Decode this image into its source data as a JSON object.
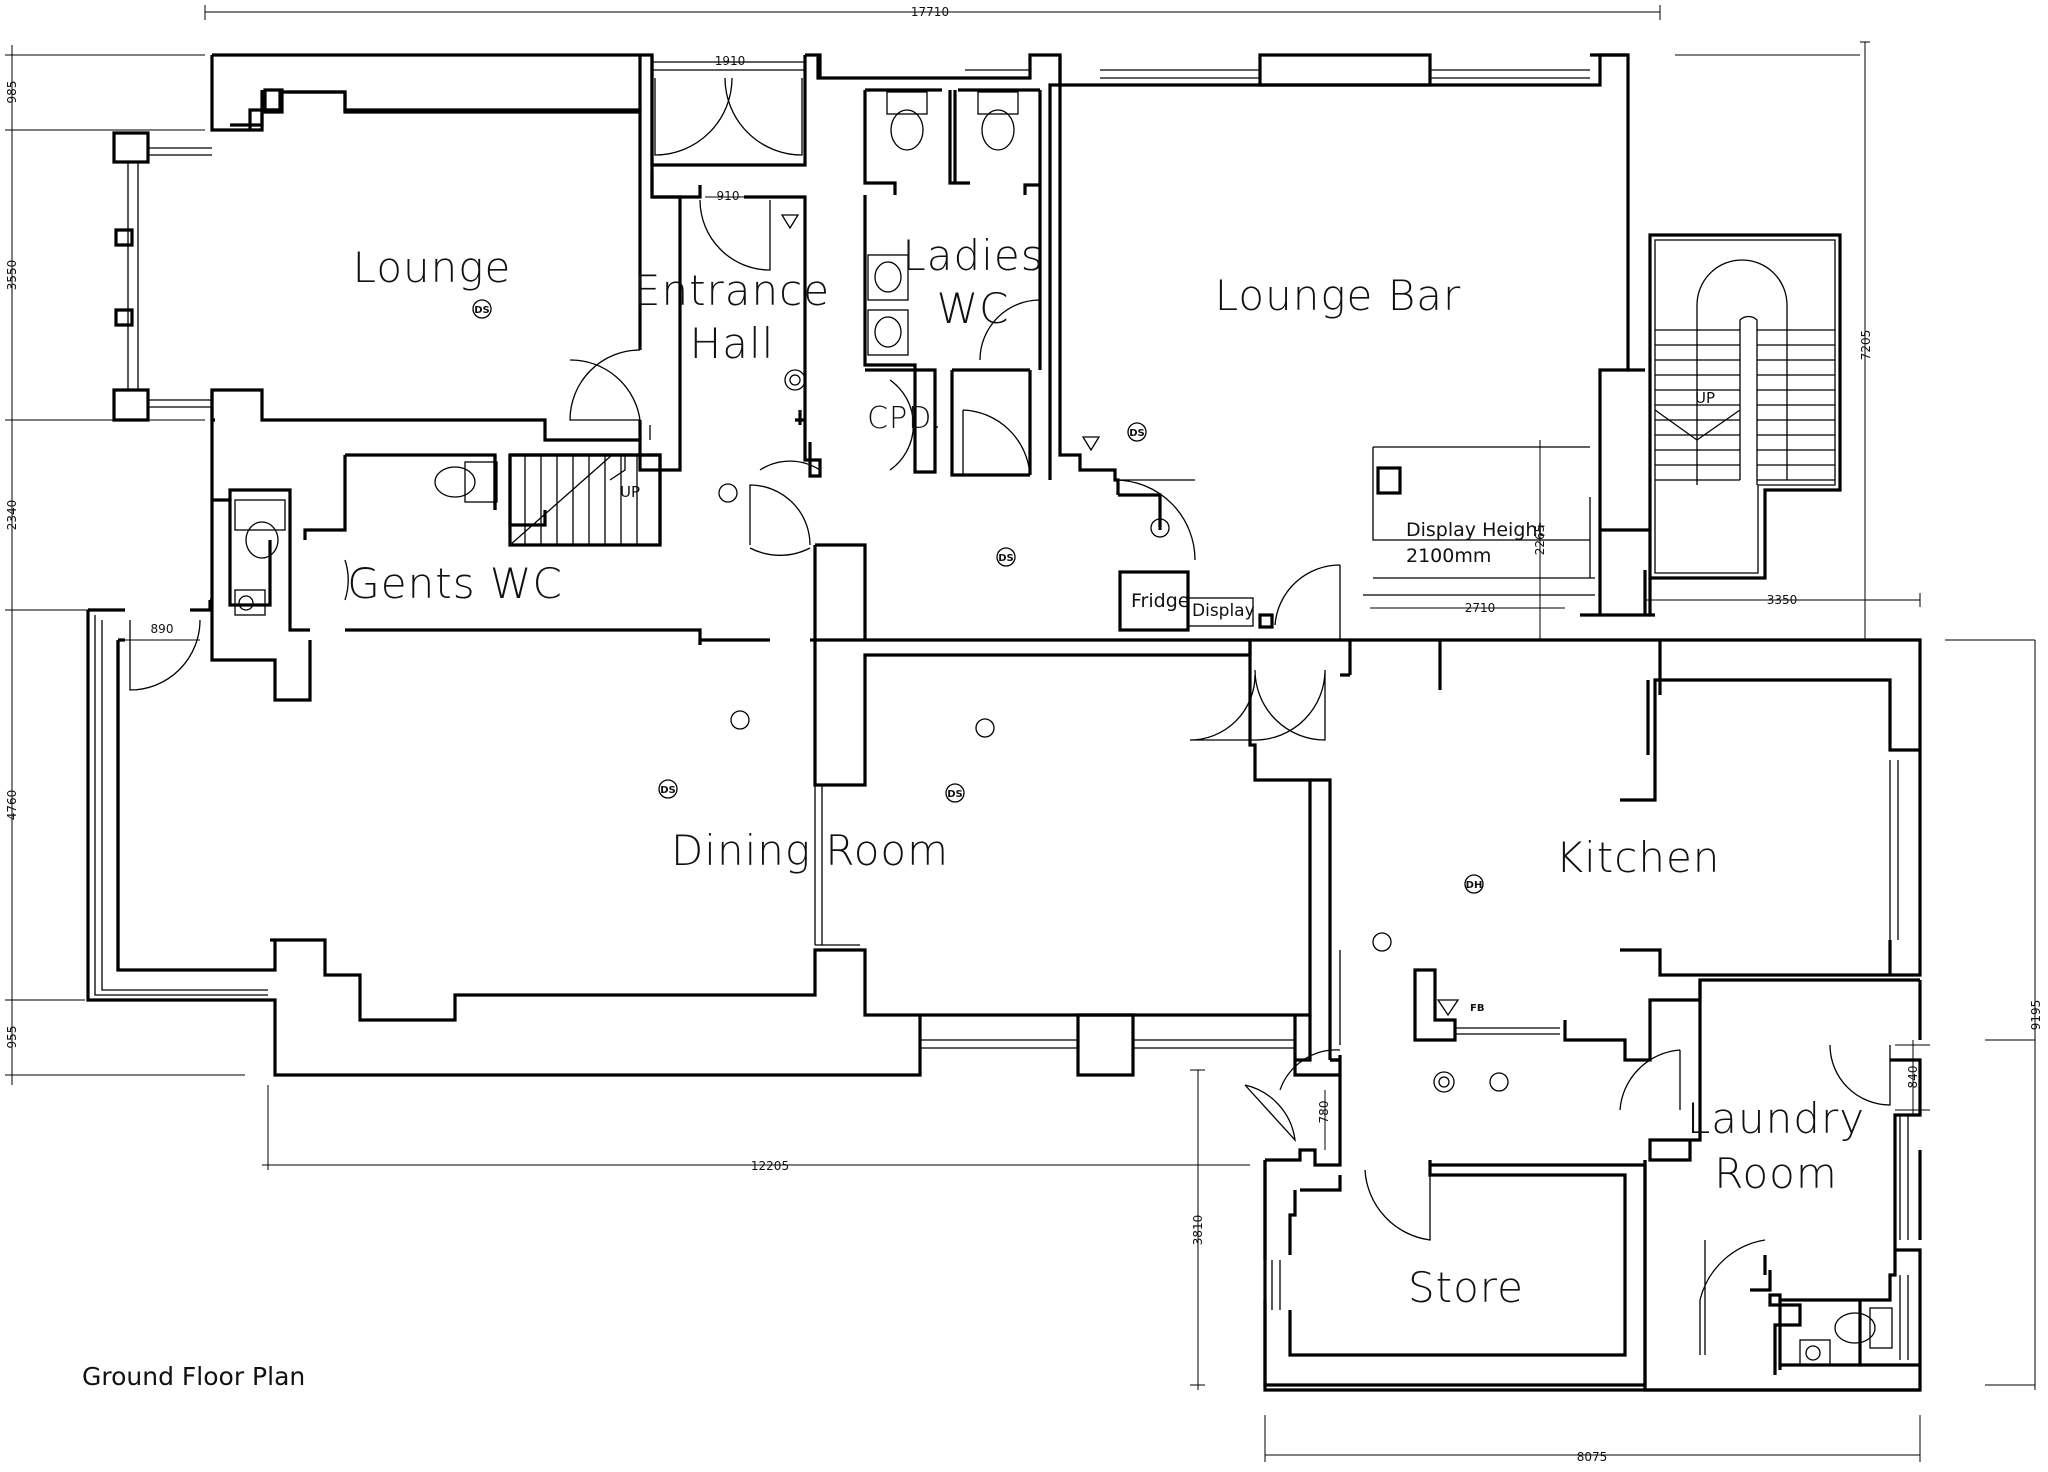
{
  "title": "Ground Floor Plan",
  "rooms": {
    "lounge": "Lounge",
    "entrance_1": "Entrance",
    "entrance_2": "Hall",
    "ladies_1": "Ladies",
    "ladies_2": "WC",
    "lounge_bar": "Lounge  Bar",
    "cpd": "CPD.",
    "gents": "Gents  WC",
    "dining": "Dining  Room",
    "kitchen": "Kitchen",
    "laundry_1": "Laundry",
    "laundry_2": "Room",
    "store": "Store"
  },
  "labels": {
    "stair_up_1": "UP",
    "stair_up_2": "UP",
    "fridge": "Fridge",
    "display": "Display",
    "display_height_1": "Display  Height",
    "display_height_2": "2100mm",
    "fb": "FB"
  },
  "symbols": {
    "ds": "DS",
    "dh": "DH"
  },
  "dimensions": {
    "overall_width": "17710",
    "d1910": "1910",
    "d910": "910",
    "d890": "890",
    "d2710": "2710",
    "d2265": "2265",
    "d3350": "3350",
    "d7205": "7205",
    "d9195": "9195",
    "d840": "840",
    "d780": "780",
    "d3810": "3810",
    "d12205": "12205",
    "d8075": "8075",
    "d985": "985",
    "d3550": "3550",
    "d2340": "2340",
    "d4760": "4760",
    "d955": "955"
  }
}
